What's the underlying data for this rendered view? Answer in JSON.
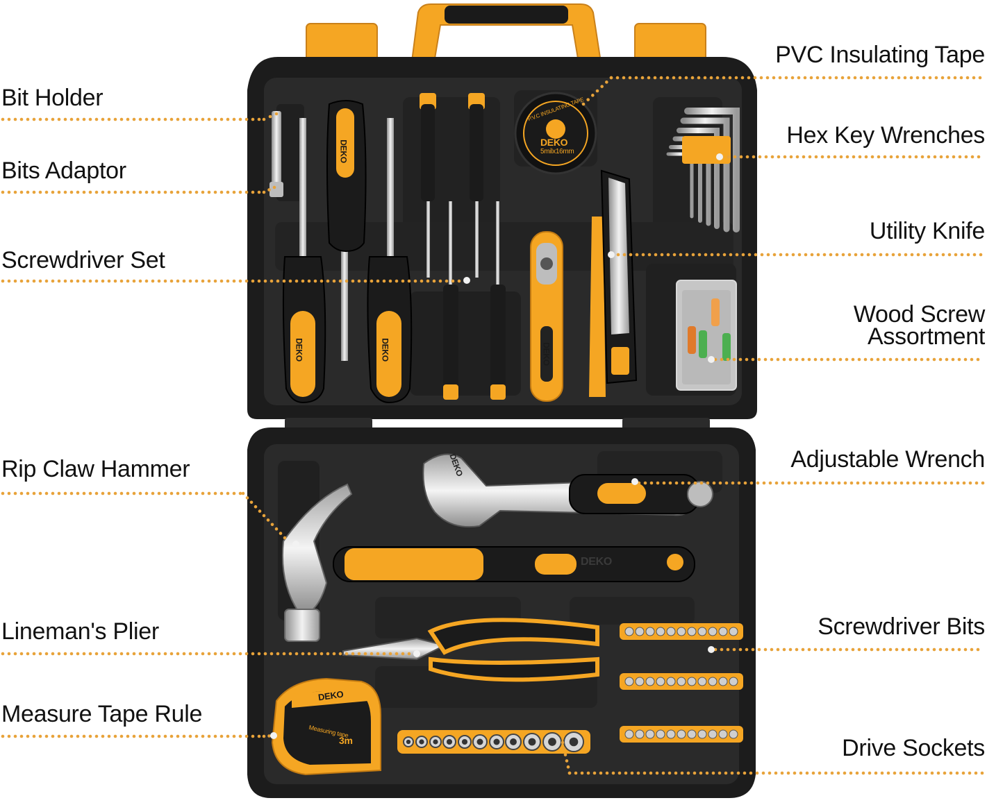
{
  "callouts_left": [
    {
      "id": "bit-holder",
      "text": "Bit Holder"
    },
    {
      "id": "bits-adaptor",
      "text": "Bits Adaptor"
    },
    {
      "id": "screwdriver-set",
      "text": "Screwdriver Set"
    },
    {
      "id": "rip-claw-hammer",
      "text": "Rip Claw Hammer"
    },
    {
      "id": "linemans-plier",
      "text": "Lineman's Plier"
    },
    {
      "id": "measure-tape-rule",
      "text": "Measure Tape Rule"
    }
  ],
  "callouts_right": [
    {
      "id": "pvc-insulating-tape",
      "text": "PVC Insulating Tape"
    },
    {
      "id": "hex-key-wrenches",
      "text": "Hex Key Wrenches"
    },
    {
      "id": "utility-knife",
      "text": "Utility Knife"
    },
    {
      "id": "wood-screw-assortment",
      "lines": [
        "Wood Screw",
        "Assortment"
      ]
    },
    {
      "id": "adjustable-wrench",
      "text": "Adjustable Wrench"
    },
    {
      "id": "screwdriver-bits",
      "text": "Screwdriver Bits"
    },
    {
      "id": "drive-sockets",
      "text": "Drive Sockets"
    }
  ],
  "product_marks": {
    "brand": "DEKO",
    "tape_ring_text": "P.V.C INSULATING TAPE",
    "tape_size": "5milx16mm",
    "measuring_tape_text": "Measuring tape",
    "measuring_tape_length": "3m"
  },
  "colors": {
    "case": "#1c1c1c",
    "case_inner": "#262626",
    "accent_orange": "#f5a623",
    "leader_dots": "#e8a33a",
    "metal": "#c9c9c9"
  }
}
